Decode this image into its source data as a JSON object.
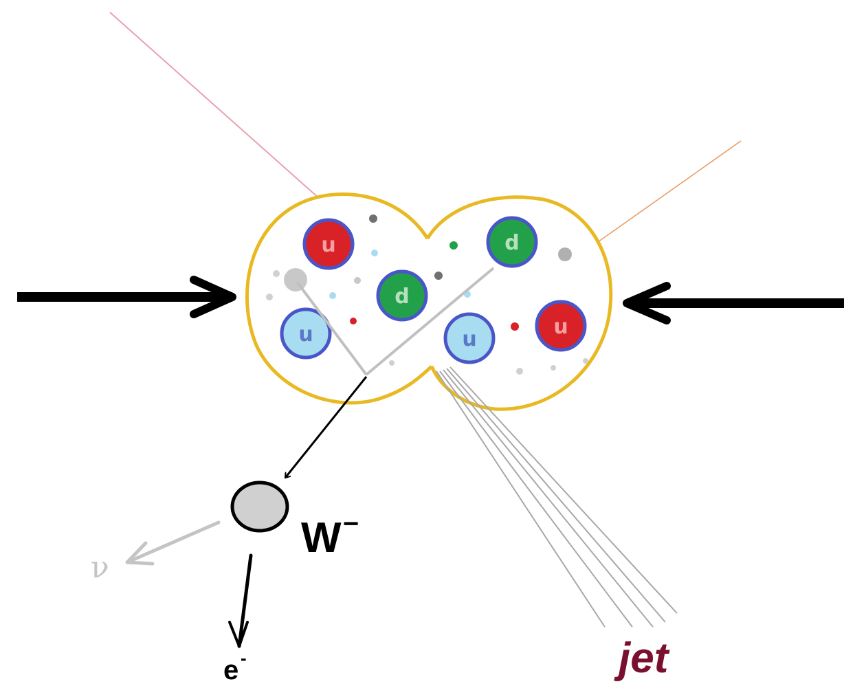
{
  "colors": {
    "proton_outline": "#e8b923",
    "up_red": "#d92128",
    "up_light": "#a8dcf0",
    "down_green": "#22a14a",
    "quark_ring": "#4a56c8",
    "up_light_text": "#5a78c8",
    "up_red_text": "#f4a0a0",
    "down_text": "#b8e0c0",
    "w_boson": "#d0d0d0",
    "neutrino": "#c4c4c4",
    "jet_text": "#7a1030",
    "jet_lines": "#a8a8a8",
    "incoming_arrow": "#000000"
  },
  "proton_left": {
    "quarks": [
      {
        "flavor": "u",
        "style": "red"
      },
      {
        "flavor": "d",
        "style": "green"
      },
      {
        "flavor": "u",
        "style": "light"
      }
    ]
  },
  "proton_right": {
    "quarks": [
      {
        "flavor": "d",
        "style": "green"
      },
      {
        "flavor": "u",
        "style": "light"
      },
      {
        "flavor": "u",
        "style": "red"
      }
    ]
  },
  "labels": {
    "w_boson": "W",
    "w_charge": "−",
    "neutrino": "ν",
    "electron": "e",
    "electron_charge": "-",
    "jet": "jet"
  }
}
